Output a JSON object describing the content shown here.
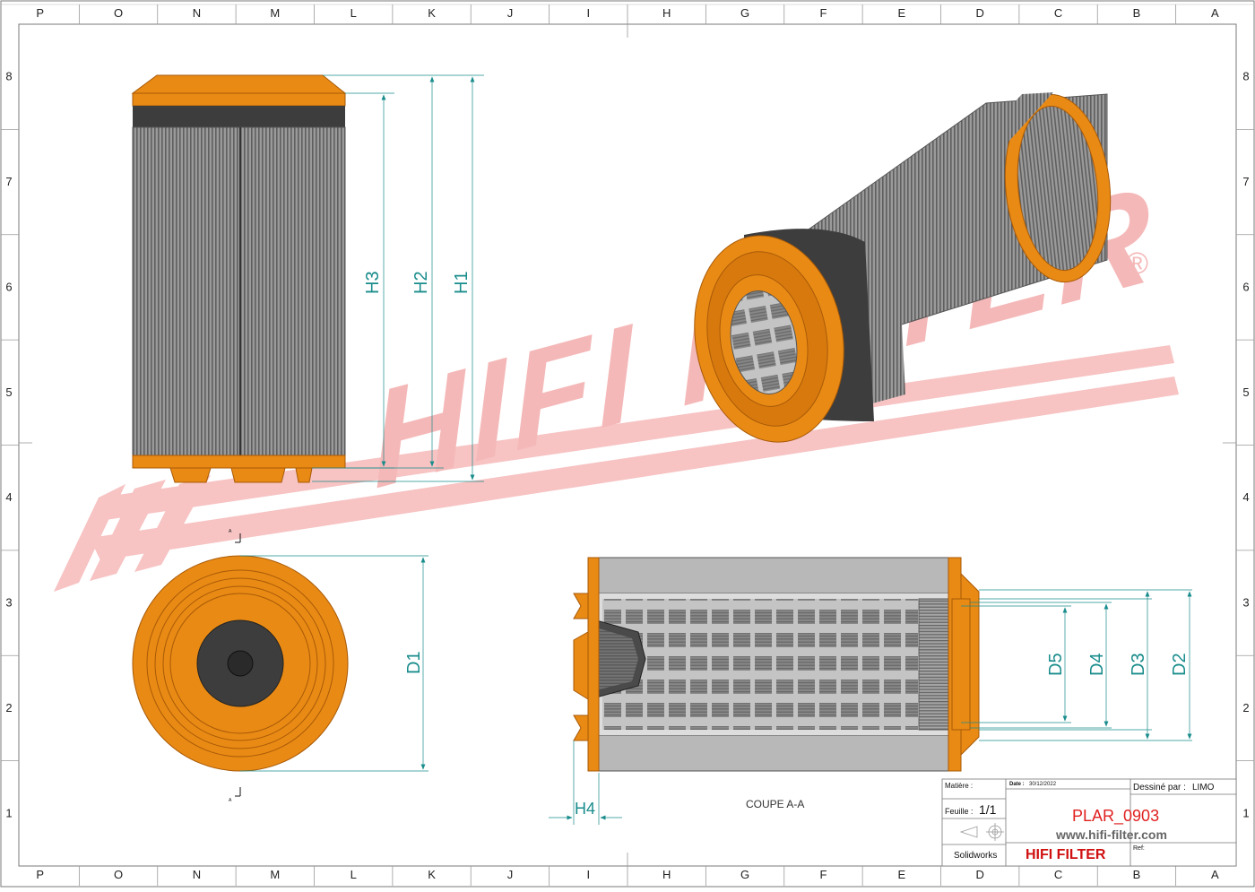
{
  "colors": {
    "orange": "#E98A14",
    "orange_dark": "#A85A08",
    "seal": "#3d3d3d",
    "media": "#8f8f8f",
    "dimension": "#1A8C8C",
    "watermark": "#F5B5B5",
    "frame": "#7a7a7a"
  },
  "border": {
    "columns": [
      "P",
      "O",
      "N",
      "M",
      "L",
      "K",
      "J",
      "I",
      "H",
      "G",
      "F",
      "E",
      "D",
      "C",
      "B",
      "A"
    ],
    "rows": [
      "8",
      "7",
      "6",
      "5",
      "4",
      "3",
      "2",
      "1"
    ]
  },
  "watermark": {
    "text": "HIFI FILTER",
    "registered_mark": "®"
  },
  "dimensions": {
    "h1": "H1",
    "h2": "H2",
    "h3": "H3",
    "h4": "H4",
    "d1": "D1",
    "d2": "D2",
    "d3": "D3",
    "d4": "D4",
    "d5": "D5"
  },
  "section": {
    "label": "COUPE A-A",
    "marker": "A"
  },
  "title_block": {
    "material_label": "Matière :",
    "date_label": "Date :",
    "date_value": "30/12/2022",
    "drawn_by_label": "Dessiné par :",
    "drawn_by_value": "LIMO",
    "sheet_label": "Feuille :",
    "sheet_value": "1/1",
    "part_number": "PLAR_0903",
    "website": "www.hifi-filter.com",
    "software": "Solidworks",
    "brand": "HIFI FILTER",
    "ref_label": "Ref:"
  }
}
